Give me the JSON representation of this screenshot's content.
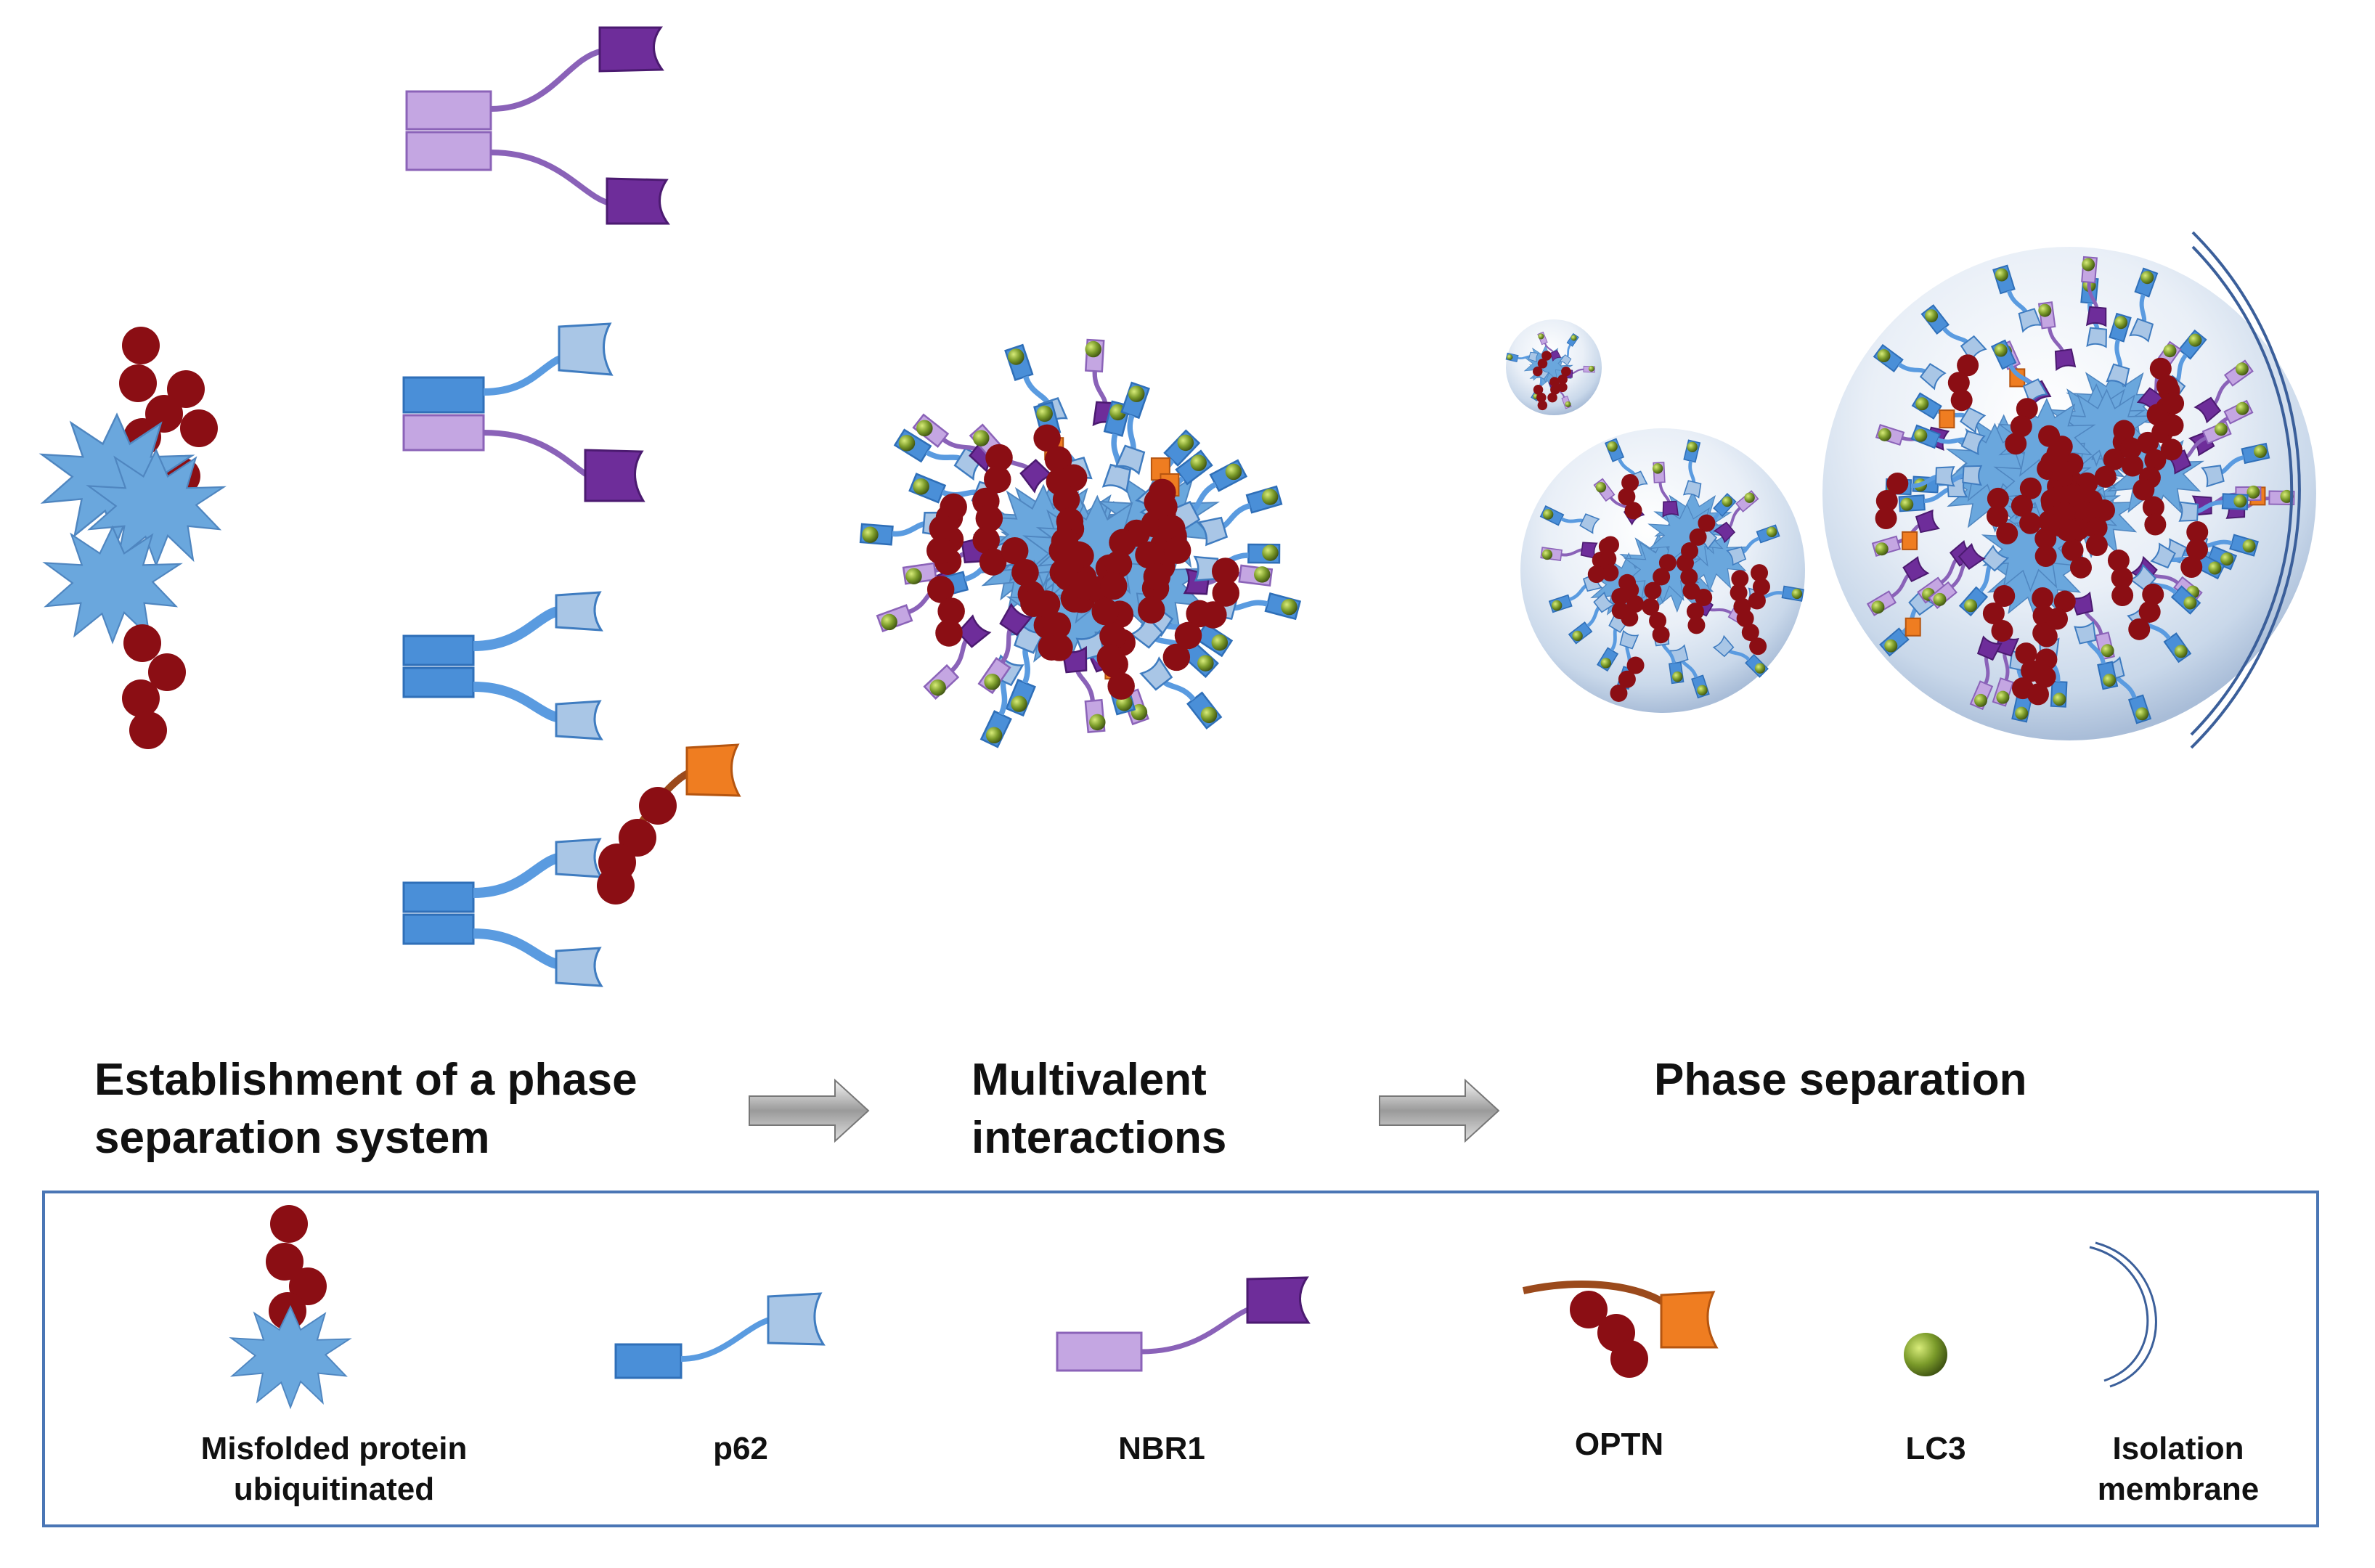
{
  "stages": {
    "establishment": {
      "line1": "Establishment of a phase",
      "line2": "separation system"
    },
    "multivalent": {
      "line1": "Multivalent",
      "line2": "interactions"
    },
    "phase_separation": {
      "line1": "Phase separation"
    }
  },
  "legend": {
    "misfolded": {
      "line1": "Misfolded protein",
      "line2": "ubiquitinated"
    },
    "p62": "p62",
    "nbr1": "NBR1",
    "optn": "OPTN",
    "lc3": "LC3",
    "isolation": {
      "line1": "Isolation",
      "line2": "membrane"
    }
  },
  "colors": {
    "ubiquitin": "#8b0e14",
    "misfolded_protein": "#6aa7dd",
    "p62": "#4a8fd8",
    "p62_head": "#a9c6e6",
    "nbr1": "#c4a6e2",
    "nbr1_head": "#6e2d9a",
    "optn": "#ef7d21",
    "optn_linker": "#9b4a1c",
    "lc3": "#7b9b2a",
    "membrane": "#3b5f9a",
    "legend_border": "#4a76b5"
  }
}
